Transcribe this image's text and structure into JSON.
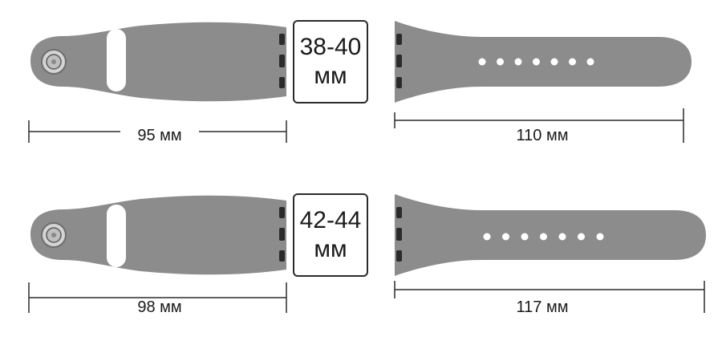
{
  "colors": {
    "band": "#8c8c8c",
    "band_shadow": "#7a7a7a",
    "outline": "#2b2b2b",
    "text": "#1a1a1a",
    "background": "#ffffff"
  },
  "bands": [
    {
      "size_label": [
        "38-40",
        "мм"
      ],
      "left_length": "95 мм",
      "right_length": "110 мм",
      "holes": 7
    },
    {
      "size_label": [
        "42-44",
        "мм"
      ],
      "left_length": "98 мм",
      "right_length": "117 мм",
      "holes": 7
    }
  ],
  "icons": {
    "pin": "pin-button-icon",
    "connector": "lug-connector-icon"
  }
}
